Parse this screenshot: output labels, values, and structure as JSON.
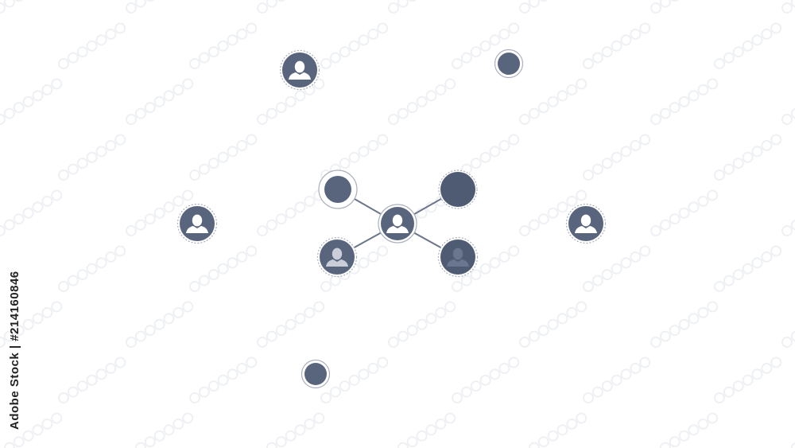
{
  "image_id_text": "Adobe Stock | #214160846",
  "colors": {
    "background": "#ffffff",
    "node_fill": "#58657d",
    "node_fill_dark": "#4f5b72",
    "ring": "#a9afbb",
    "edge": "#6b768b",
    "person_glyph": "#ffffff",
    "watermark": "#eef0f3"
  },
  "nodes": [
    {
      "name": "node-top-left-person",
      "icon": "person-icon",
      "ring": "dashed"
    },
    {
      "name": "node-top-right-dot",
      "icon": "none",
      "ring": "solid"
    },
    {
      "name": "node-mid-left-person",
      "icon": "person-icon",
      "ring": "dashed"
    },
    {
      "name": "node-mid-right-person",
      "icon": "person-icon",
      "ring": "dashed"
    },
    {
      "name": "node-bottom-dot",
      "icon": "none",
      "ring": "solid"
    },
    {
      "name": "node-hub-person",
      "icon": "person-icon",
      "ring": "solid"
    },
    {
      "name": "node-hub-upper-left",
      "icon": "none",
      "ring": "solid"
    },
    {
      "name": "node-hub-upper-right",
      "icon": "none",
      "ring": "dashed"
    },
    {
      "name": "node-hub-lower-left-person",
      "icon": "person-icon",
      "ring": "dashed"
    },
    {
      "name": "node-hub-lower-right-person",
      "icon": "person-icon",
      "ring": "dashed"
    }
  ],
  "edges": [
    {
      "name": "edge-hub-upper-left"
    },
    {
      "name": "edge-hub-upper-right"
    },
    {
      "name": "edge-hub-lower-left"
    },
    {
      "name": "edge-hub-lower-right"
    }
  ]
}
